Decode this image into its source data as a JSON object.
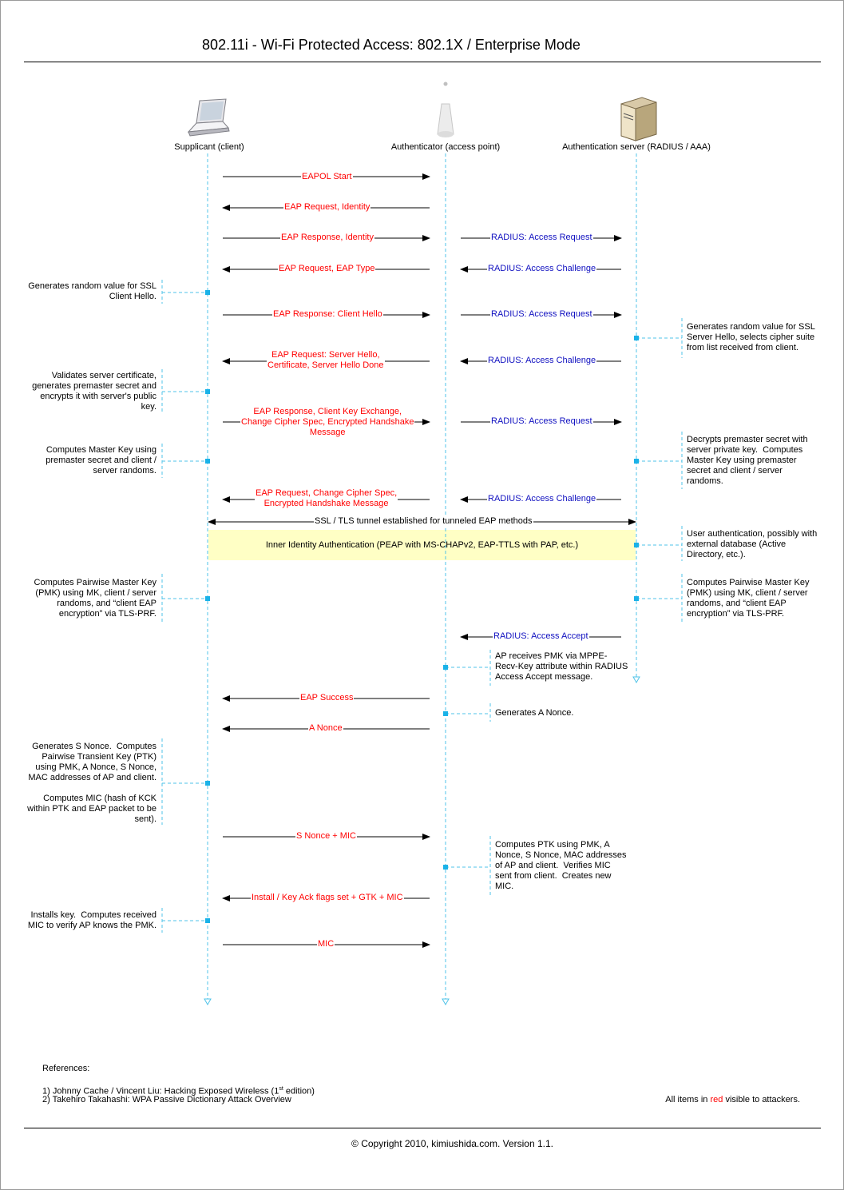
{
  "title": "802.11i - Wi-Fi Protected Access: 802.1X / Enterprise Mode",
  "colors": {
    "attacker_visible": "#ff0000",
    "radius": "#1010c0",
    "lifeline": "#4fc3e8",
    "band": "#ffffc5"
  },
  "actors": {
    "supplicant": {
      "label": "Supplicant (client)",
      "icon": "laptop-icon"
    },
    "authenticator": {
      "label": "Authenticator (access point)",
      "icon": "access-point-icon"
    },
    "server": {
      "label": "Authentication server (RADIUS / AAA)",
      "icon": "server-icon"
    }
  },
  "messages": [
    {
      "text": "EAPOL Start",
      "color": "red"
    },
    {
      "text": "EAP Request, Identity",
      "color": "red"
    },
    {
      "text": "EAP Response, Identity",
      "color": "red"
    },
    {
      "text": "RADIUS: Access Request",
      "color": "blue"
    },
    {
      "text": "EAP Request, EAP Type",
      "color": "red"
    },
    {
      "text": "RADIUS: Access Challenge",
      "color": "blue"
    },
    {
      "text": "EAP Response: Client Hello",
      "color": "red"
    },
    {
      "text": "RADIUS: Access Request",
      "color": "blue"
    },
    {
      "text": "EAP Request: Server Hello,\nCertificate, Server Hello Done",
      "color": "red"
    },
    {
      "text": "RADIUS: Access Challenge",
      "color": "blue"
    },
    {
      "text": "EAP Response, Client Key Exchange,\nChange Cipher Spec, Encrypted Handshake\nMessage",
      "color": "red"
    },
    {
      "text": "RADIUS: Access Request",
      "color": "blue"
    },
    {
      "text": "EAP Request, Change Cipher Spec,\nEncrypted Handshake Message",
      "color": "red"
    },
    {
      "text": "RADIUS: Access Challenge",
      "color": "blue"
    },
    {
      "text": "SSL / TLS tunnel established for tunneled EAP methods",
      "color": "black"
    },
    {
      "text": "RADIUS: Access Accept",
      "color": "blue"
    },
    {
      "text": "EAP Success",
      "color": "red"
    },
    {
      "text": "A Nonce",
      "color": "red"
    },
    {
      "text": "S Nonce + MIC",
      "color": "red"
    },
    {
      "text": "Install / Key Ack flags set + GTK + MIC",
      "color": "red"
    },
    {
      "text": "MIC",
      "color": "red"
    }
  ],
  "inner_auth": "Inner Identity Authentication (PEAP with MS-CHAPv2, EAP-TTLS with PAP, etc.)",
  "notes": [
    "Generates random value for SSL\nClient Hello.",
    "Generates random value for SSL\nServer Hello, selects cipher suite\nfrom list received from client.",
    "Validates server certificate,\ngenerates premaster secret and\nencrypts it with server's public\nkey.",
    "Computes Master Key using\npremaster secret and client /\nserver randoms.",
    "Decrypts premaster secret with\nserver private key.  Computes\nMaster Key using premaster\nsecret and client / server\nrandoms.",
    "User authentication, possibly with\nexternal database (Active\nDirectory, etc.).",
    "Computes Pairwise Master Key\n(PMK) using MK, client / server\nrandoms, and “client EAP\nencryption” via TLS-PRF.",
    "Computes Pairwise Master Key\n(PMK) using MK, client / server\nrandoms, and “client EAP\nencryption” via TLS-PRF.",
    "AP receives PMK via MPPE-\nRecv-Key attribute within RADIUS\nAccess Accept message.",
    "Generates A Nonce.",
    "Generates S Nonce.  Computes\nPairwise Transient Key (PTK)\nusing PMK, A Nonce, S Nonce,\nMAC addresses of AP and client.\n\nComputes MIC (hash of KCK\nwithin PTK and EAP packet to be\nsent).",
    "Computes PTK using PMK, A\nNonce, S Nonce, MAC addresses\nof AP and client.  Verifies MIC\nsent from client.  Creates new\nMIC.",
    "Installs key.  Computes received\nMIC to verify AP knows the PMK."
  ],
  "references": {
    "heading": "References:",
    "ref1_pre": "1) Johnny Cache / Vincent Liu: Hacking Exposed Wireless (1",
    "ref1_sup": "st",
    "ref1_post": " edition)",
    "ref2": "2) Takehiro Takahashi: WPA Passive Dictionary Attack Overview"
  },
  "legend": {
    "pre": "All items in ",
    "highlight": "red",
    "post": " visible to attackers."
  },
  "copyright": "© Copyright 2010, kimiushida.com.  Version 1.1."
}
